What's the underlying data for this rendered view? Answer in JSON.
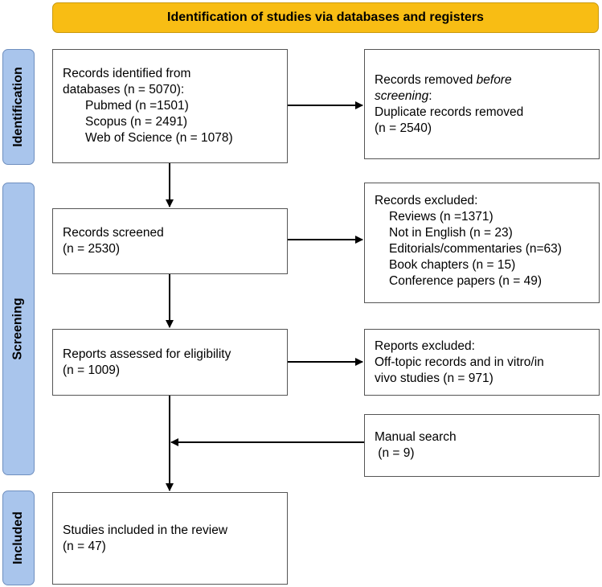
{
  "banner": {
    "title": "Identification of studies via databases and registers"
  },
  "phases": {
    "identification": "Identification",
    "screening": "Screening",
    "included": "Included"
  },
  "identified": {
    "line1": "Records identified from",
    "line2": "databases (n = 5070):",
    "sources": [
      "Pubmed (n =1501)",
      "Scopus (n = 2491)",
      "Web of Science (n = 1078)"
    ]
  },
  "removed": {
    "prefix": "Records removed ",
    "emph1": "before",
    "emph2": "screening",
    "colon": ":",
    "line3": "Duplicate records removed",
    "line4": "(n = 2540)"
  },
  "screened": {
    "line1": "Records screened",
    "line2": "(n = 2530)"
  },
  "excluded": {
    "title": "Records excluded:",
    "items": [
      "Reviews (n =1371)",
      "Not in English (n = 23)",
      "Editorials/commentaries (n=63)",
      "Book chapters (n = 15)",
      "Conference papers (n = 49)"
    ]
  },
  "eligibility": {
    "line1": "Reports assessed for eligibility",
    "line2": "(n = 1009)"
  },
  "reports_excluded": {
    "line1": "Reports excluded:",
    "line2": "Off-topic records and in vitro/in",
    "line3": "vivo studies (n = 971)"
  },
  "manual": {
    "line1": "Manual search",
    "line2": " (n = 9)"
  },
  "included_box": {
    "line1": "Studies included in the review",
    "line2": "(n = 47)"
  }
}
